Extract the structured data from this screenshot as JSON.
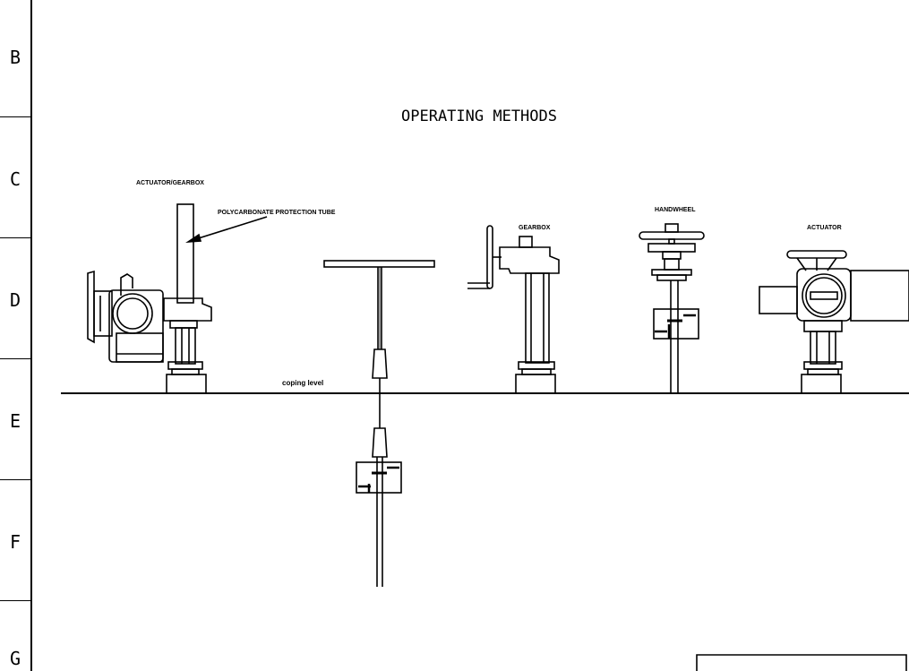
{
  "drawing": {
    "title": "OPERATING METHODS",
    "row_letters": [
      "B",
      "C",
      "D",
      "E",
      "F",
      "G"
    ],
    "labels": {
      "actuator_gearbox": "ACTUATOR/GEARBOX",
      "protection_tube": "POLYCARBONATE PROTECTION TUBE",
      "gearbox": "GEARBOX",
      "handwheel": "HANDWHEEL",
      "actuator": "ACTUATOR",
      "coping_level": "coping level"
    }
  }
}
